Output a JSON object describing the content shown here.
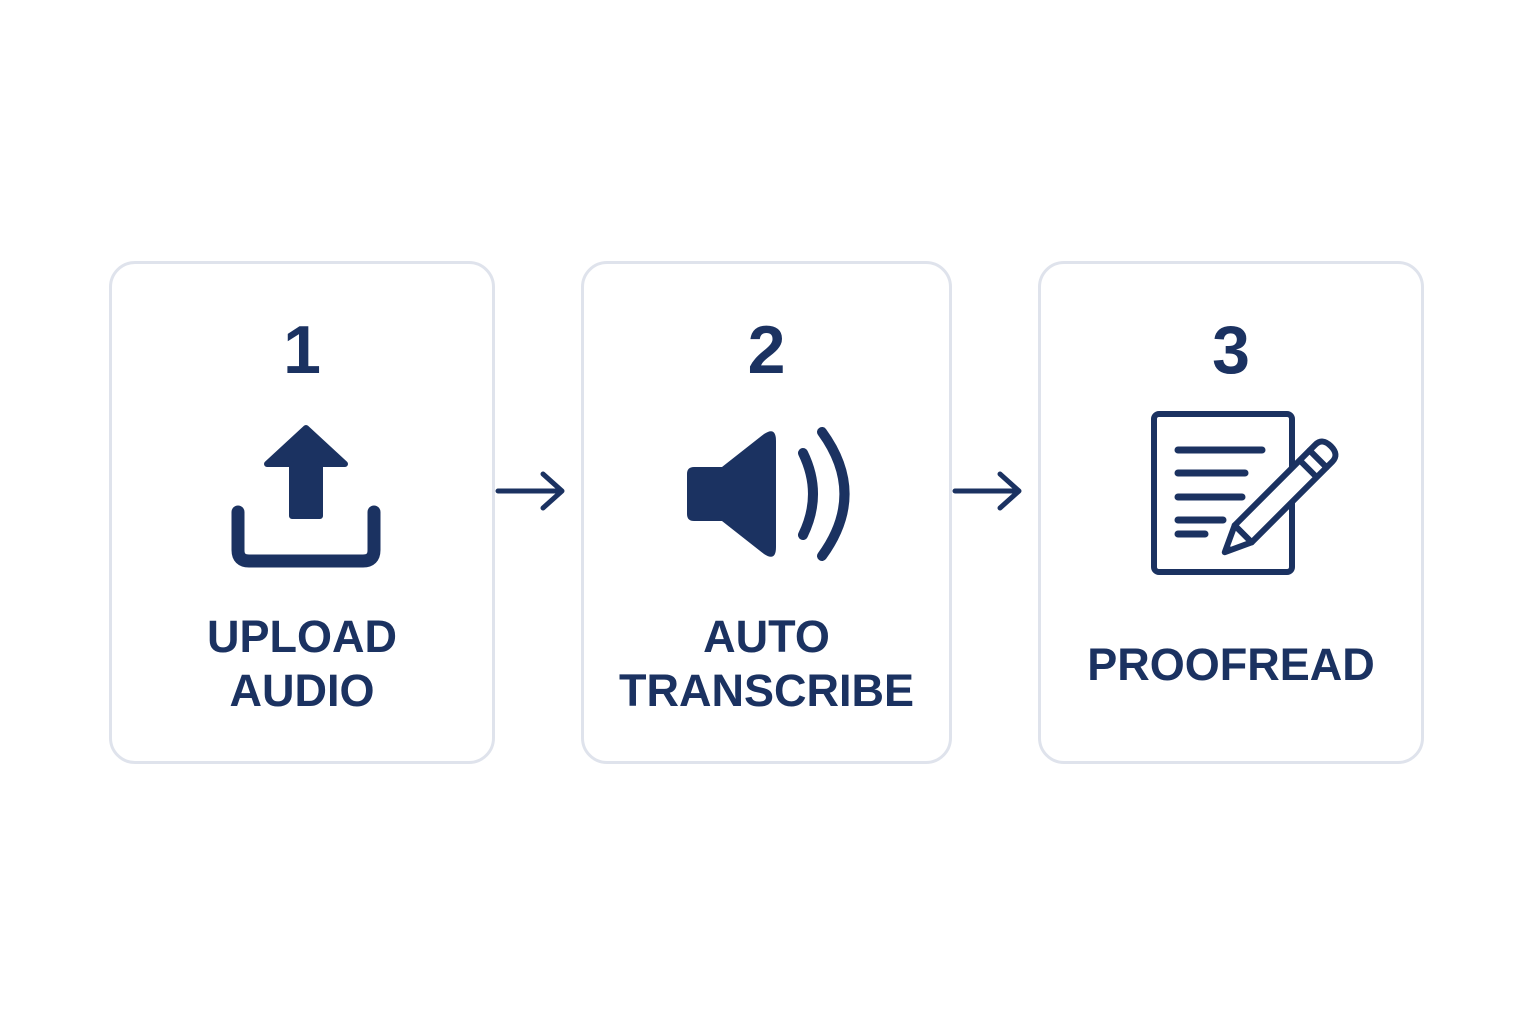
{
  "steps": [
    {
      "number": "1",
      "label_lines": [
        "UPLOAD",
        "AUDIO"
      ],
      "icon": "upload-icon"
    },
    {
      "number": "2",
      "label_lines": [
        "AUTO",
        "TRANSCRIBE"
      ],
      "icon": "speaker-icon"
    },
    {
      "number": "3",
      "label_lines": [
        "PROOFREAD"
      ],
      "icon": "document-pencil-icon"
    }
  ],
  "connectors": [
    "arrow-right-icon",
    "arrow-right-icon"
  ],
  "colors": {
    "primary": "#1b3261",
    "card_border": "#dfe3ec",
    "background": "#ffffff"
  }
}
